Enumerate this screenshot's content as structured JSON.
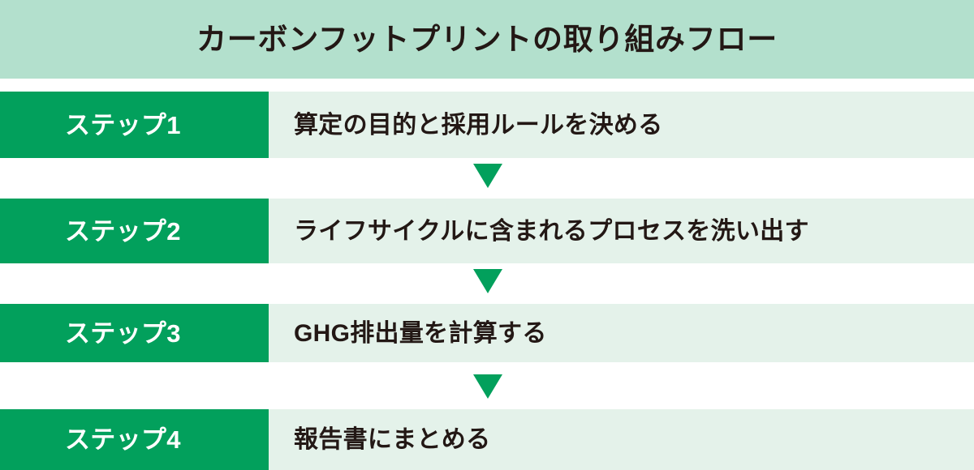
{
  "header": {
    "title": "カーボンフットプリントの取り組みフロー",
    "background_color": "#b3e0cd",
    "text_color": "#231815"
  },
  "theme": {
    "accent_green": "#02a05c",
    "row_background": "#e4f2ea",
    "page_background": "#ffffff",
    "badge_text_color": "#ffffff"
  },
  "flow": {
    "steps": [
      {
        "badge": "ステップ1",
        "description": "算定の目的と採用ルールを決める"
      },
      {
        "badge": "ステップ2",
        "description": "ライフサイクルに含まれるプロセスを洗い出す"
      },
      {
        "badge": "ステップ3",
        "description": "GHG排出量を計算する"
      },
      {
        "badge": "ステップ4",
        "description": "報告書にまとめる"
      }
    ],
    "connectors": [
      {
        "icon": "triangle-down-icon"
      },
      {
        "icon": "triangle-down-icon"
      },
      {
        "icon": "triangle-down-icon"
      }
    ]
  }
}
